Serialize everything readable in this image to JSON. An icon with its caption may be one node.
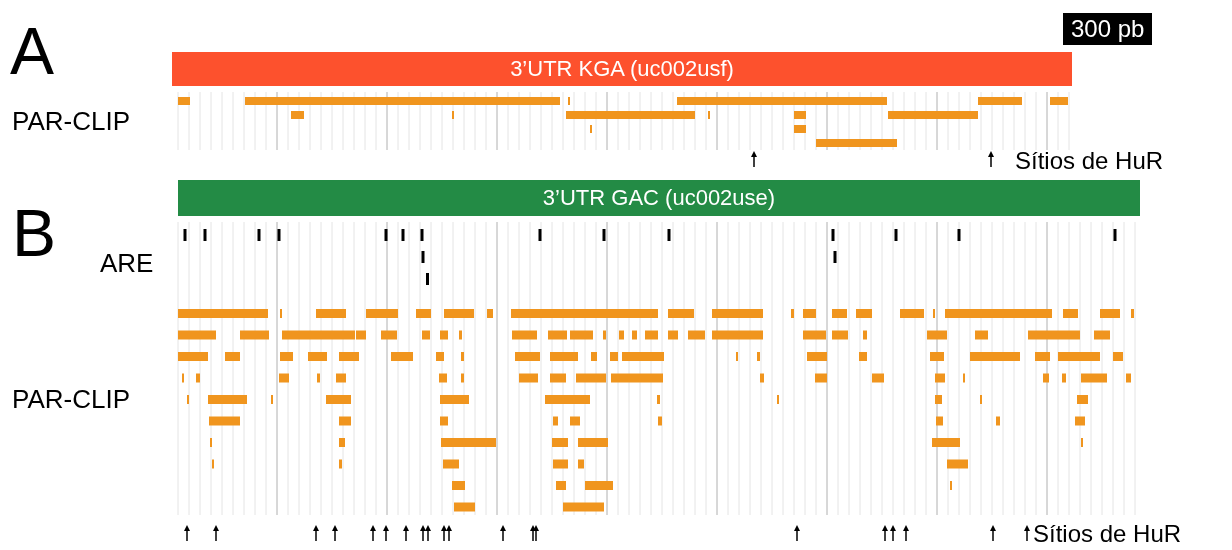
{
  "diagram": {
    "nodes": [
      {
        "text": [
          "3’UTR KGA (uc002usf)"
        ]
      },
      {
        "text": [
          "3’UTR GAC (uc002use)"
        ]
      }
    ],
    "labels": [
      "A",
      "300 pb",
      "PAR-CLIP",
      "Sítios de HuR",
      "B",
      "ARE",
      "PAR-CLIP",
      "Sítios de HuR"
    ]
  }
}
